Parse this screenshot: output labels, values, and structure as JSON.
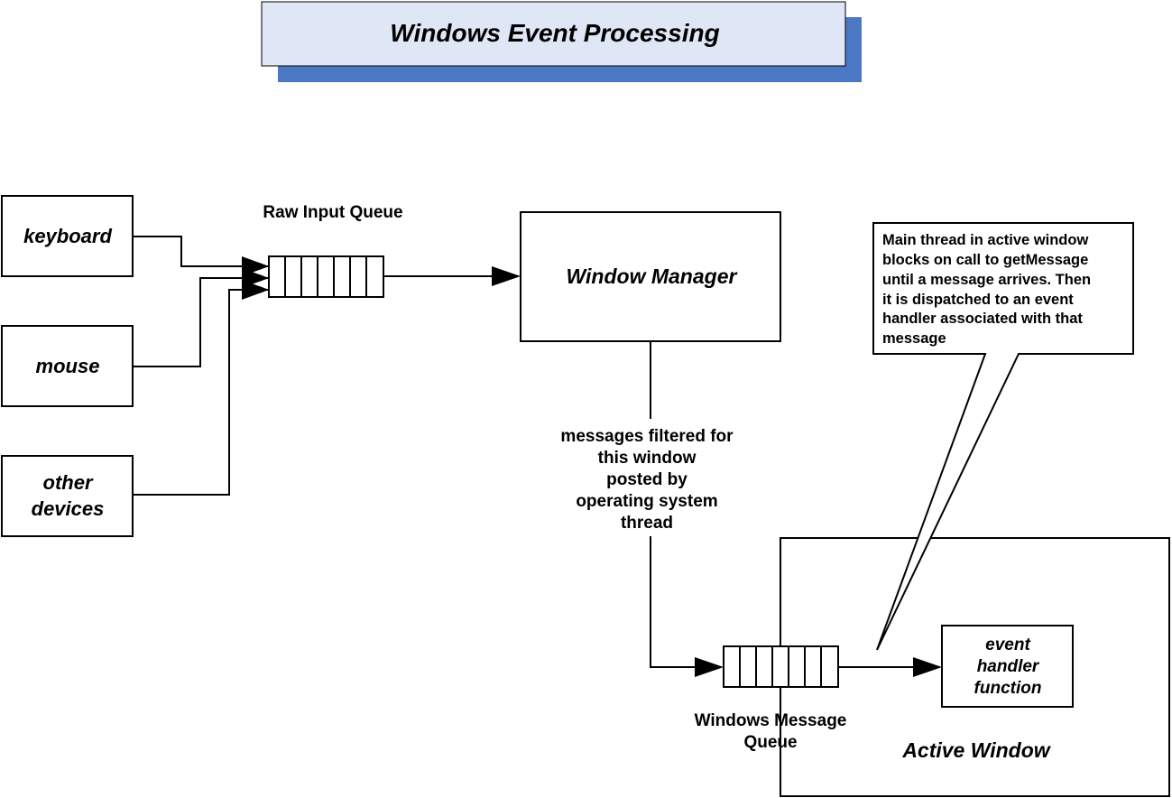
{
  "title": "Windows Event Processing",
  "colors": {
    "title_fill": "#dfe6f5",
    "title_shadow": "#4a78c2",
    "stroke": "#000000",
    "background": "#ffffff"
  },
  "devices": {
    "keyboard": "keyboard",
    "mouse": [
      "mouse"
    ],
    "other": [
      "other",
      "devices"
    ]
  },
  "raw_input_queue": "Raw Input Queue",
  "window_manager": "Window Manager",
  "filter_note": [
    "messages filtered for",
    "this window",
    "posted by",
    "operating system",
    "thread"
  ],
  "message_queue": [
    "Windows Message",
    "Queue"
  ],
  "callout": [
    "Main thread in active window",
    "blocks on call to getMessage",
    "until a message arrives.  Then",
    "it is dispatched to an event",
    "handler associated with that",
    "message"
  ],
  "event_handler": [
    "event",
    "handler",
    "function"
  ],
  "active_window": "Active Window"
}
